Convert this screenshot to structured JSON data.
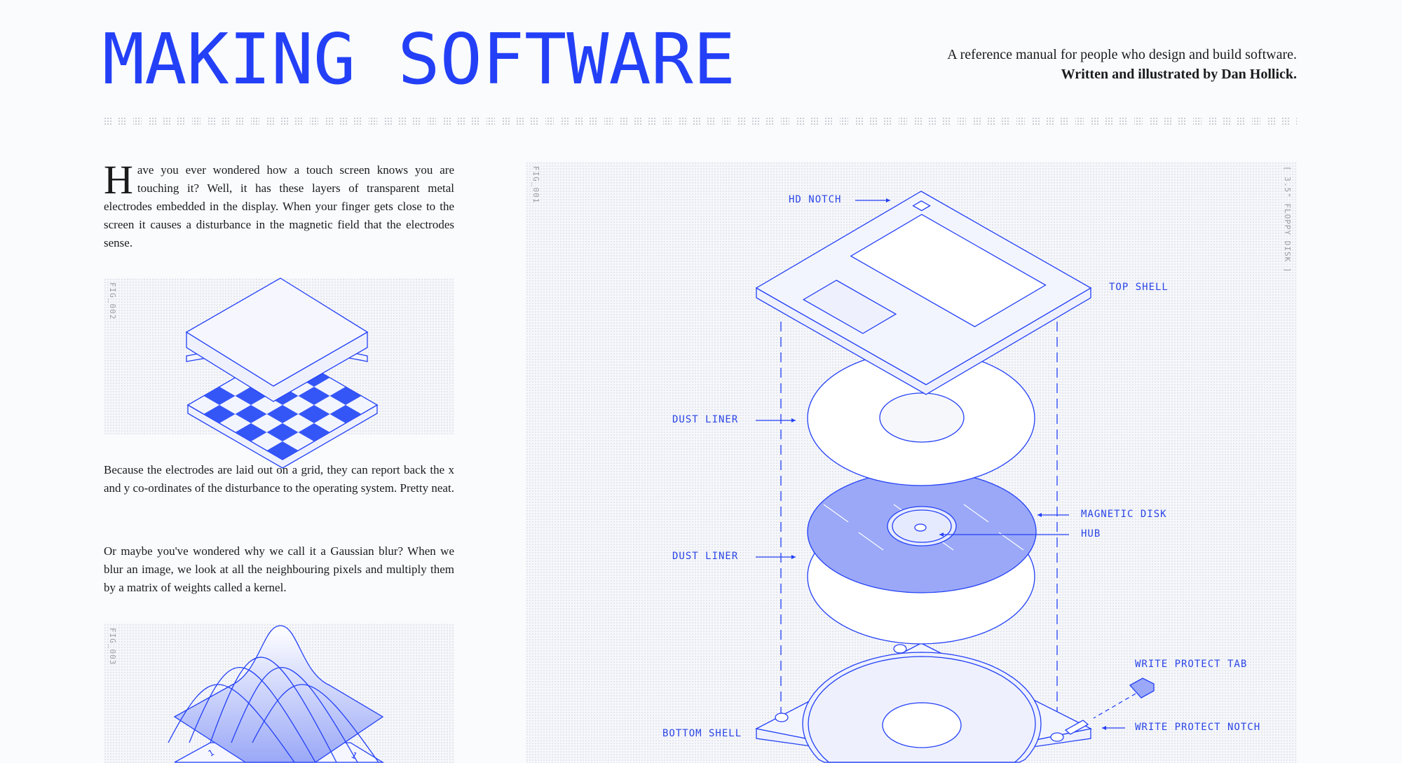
{
  "header": {
    "title": "MAKING SOFTWARE",
    "subtitle_line1": "A reference manual for people who design and build software.",
    "subtitle_line2": "Written and illustrated by Dan Hollick."
  },
  "article": {
    "p1_dropcap": "H",
    "p1_rest": "ave you ever wondered how a touch screen knows you are touching it? Well, it has these layers of transparent metal electrodes embedded in the display. When your finger gets close to the screen it causes a disturbance in the magnetic field that the electrodes sense.",
    "p2": "Because the electrodes are laid out on a grid, they can report back the x and y co-ordinates of the disturbance to the operating system. Pretty neat.",
    "p3": "Or maybe you've wondered why we call it a Gaussian blur? When we blur an image, we look at all the neighbouring pixels and multiply them by a matrix of weights called a kernel."
  },
  "figures": {
    "fig1_id": "FIG_001",
    "fig1_caption": "[ 3.5\" FLOPPY DISK ]",
    "fig2_id": "FIG_002",
    "fig3_id": "FIG_003",
    "fig3_axis_labels": [
      "1",
      "1"
    ],
    "floppy_labels": {
      "hd_notch": "HD NOTCH",
      "top_shell": "TOP SHELL",
      "dust_liner_top": "DUST LINER",
      "magnetic_disk": "MAGNETIC DISK",
      "hub": "HUB",
      "dust_liner_bottom": "DUST LINER",
      "write_protect_tab": "WRITE PROTECT TAB",
      "write_protect_notch": "WRITE PROTECT NOTCH",
      "bottom_shell": "BOTTOM SHELL"
    }
  },
  "colors": {
    "accent": "#2340f7",
    "disk_fill": "#9aa8f7",
    "text": "#1b1b1b"
  }
}
